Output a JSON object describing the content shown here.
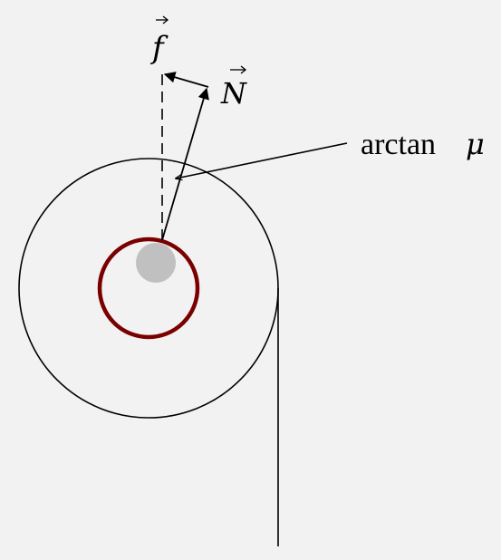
{
  "labels": {
    "friction": "f",
    "normal": "N",
    "angle_func": "arctan",
    "angle_symbol": "μ"
  },
  "colors": {
    "background": "#f2f2f2",
    "stroke": "#000000",
    "inner_ring": "#7a0000",
    "contact_dot": "#c0c0c0"
  }
}
